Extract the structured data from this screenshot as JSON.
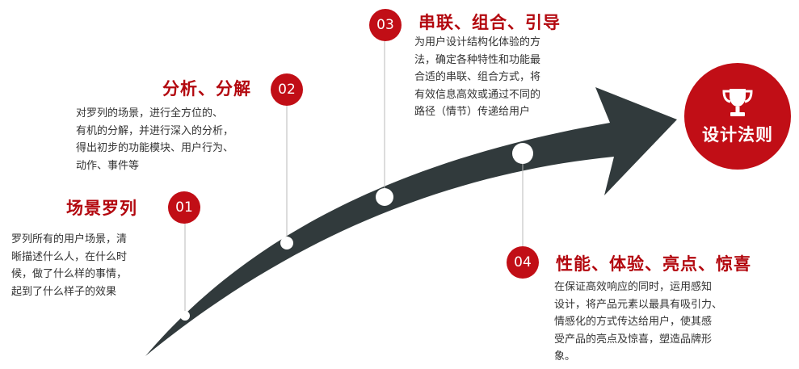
{
  "steps": [
    {
      "number": "01",
      "title": "场景罗列",
      "description": "罗列所有的用户场景，清\n晰描述什么人，在什么时\n候，做了什么样的事情，\n起到了什么样子的效果"
    },
    {
      "number": "02",
      "title": "分析、分解",
      "description": "对罗列的场景，进行全方位的、\n有机的分解，并进行深入的分析，\n得出初步的功能模块、用户行为、\n动作、事件等"
    },
    {
      "number": "03",
      "title": "串联、组合、引导",
      "description": "为用户设计结构化体验的方\n法，确定各种特性和功能最\n合适的串联、组合方式，将\n有效信息高效或通过不同的\n路径（情节）传递给用户"
    },
    {
      "number": "04",
      "title": "性能、体验、亮点、惊喜",
      "description": "在保证高效响应的同时，运用感知\n设计，将产品元素以最具有吸引力、\n情感化的方式传达给用户，使其感\n受产品的亮点及惊喜，塑造品牌形\n象。"
    }
  ],
  "goal": {
    "label": "设计法则",
    "icon": "trophy-icon"
  },
  "colors": {
    "accent_red": "#c10e16",
    "title_red": "#b3080f",
    "arrow_dark": "#313a3c",
    "text_gray": "#333333"
  }
}
